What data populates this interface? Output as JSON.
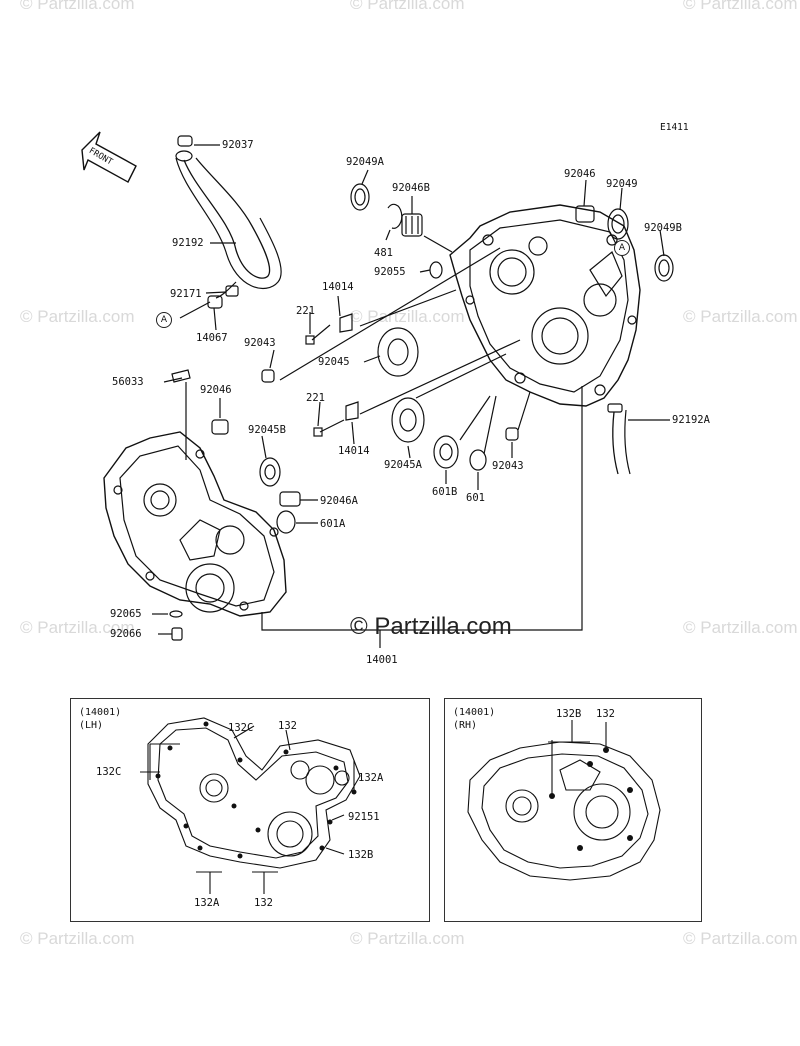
{
  "diagram_code": "E1411",
  "watermark": {
    "text": "© Partzilla.com",
    "main_text": "© Partzilla.com"
  },
  "front_arrow_text": "FRONT",
  "reference_marker": "A",
  "part_labels": {
    "p92037": "92037",
    "p92192": "92192",
    "p92171": "92171",
    "p14067": "14067",
    "p56033": "56033",
    "p92046_l": "92046",
    "p92049A": "92049A",
    "p92046B": "92046B",
    "p481": "481",
    "p92055": "92055",
    "p92046_r": "92046",
    "p92049": "92049",
    "p92049B": "92049B",
    "p14014_a": "14014",
    "p221_a": "221",
    "p92043_a": "92043",
    "p92045": "92045",
    "p221_b": "221",
    "p14014_b": "14014",
    "p92045B": "92045B",
    "p92046A": "92046A",
    "p601A": "601A",
    "p92045A": "92045A",
    "p601B": "601B",
    "p601": "601",
    "p92043_b": "92043",
    "p92192A": "92192A",
    "p92065": "92065",
    "p92066": "92066",
    "p14001": "14001"
  },
  "lh_box": {
    "header_line1": "(14001)",
    "header_line2": "(LH)",
    "labels": {
      "l132C_top": "132C",
      "l132_top": "132",
      "l132C_left": "132C",
      "l132A_right": "132A",
      "l92151": "92151",
      "l132B": "132B",
      "l132A_bottom": "132A",
      "l132_bottom": "132"
    }
  },
  "rh_box": {
    "header_line1": "(14001)",
    "header_line2": "(RH)",
    "labels": {
      "r132B": "132B",
      "r132": "132"
    }
  }
}
